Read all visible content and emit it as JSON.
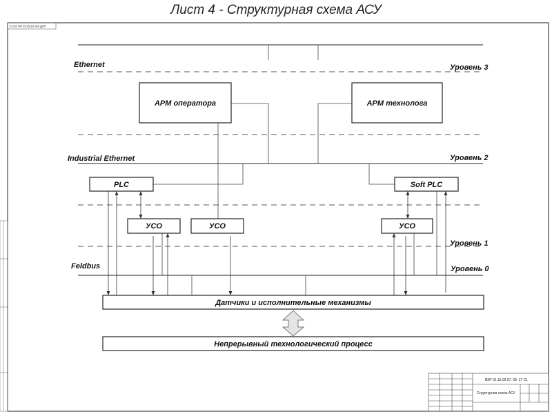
{
  "title": "Лист 4 - Структурная схема АСУ",
  "doc_code_small": "ЮЭЗ ЗФ 2015/16 КИ-ДКП",
  "networks": {
    "ethernet": "Ethernet",
    "industrial_ethernet": "Industrial Ethernet",
    "feldbus": "Feldbus"
  },
  "levels": {
    "level3": "Уровень 3",
    "level2": "Уровень 2",
    "level1": "Уровень 1",
    "level0": "Уровень 0"
  },
  "nodes": {
    "arm_operator": "АРМ оператора",
    "arm_technologist": "АРМ технолога",
    "plc": "PLC",
    "soft_plc": "Soft PLC",
    "uso1": "УСО",
    "uso2": "УСО",
    "uso3": "УСО",
    "sensors": "Датчики и исполнительные механизмы",
    "process": "Непрерывный технологический процесс"
  },
  "title_block": {
    "code": "ВКР 01.15.02.07. 08. 17 С1",
    "sheet_name": "Структурная схема АСУ"
  }
}
